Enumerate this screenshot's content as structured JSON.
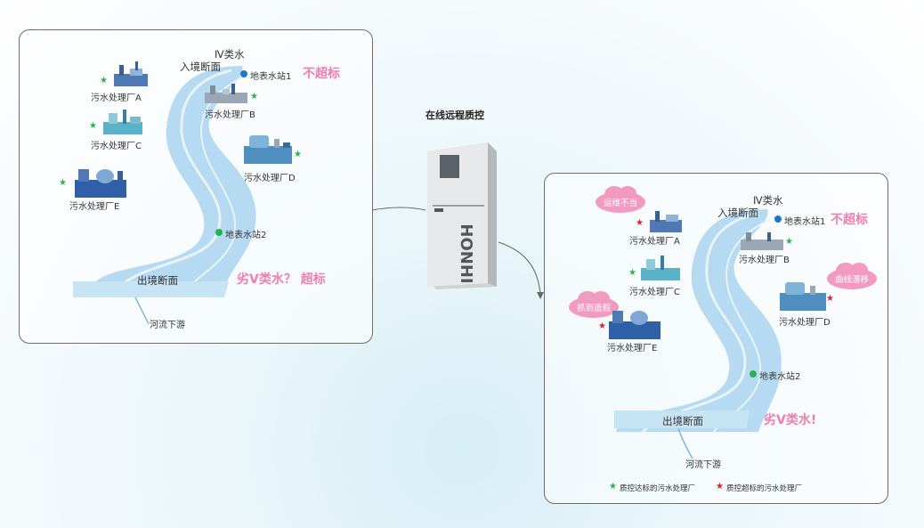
{
  "colors": {
    "green_star": "#2bb14c",
    "red_star": "#d9232d",
    "alert_pink": "#ef7fae",
    "river": "#a9d4ef",
    "station_blue": "#1f77c9",
    "station_green": "#2bb14c"
  },
  "device": {
    "title": "在线远程质控",
    "brand": "HONHI"
  },
  "left": {
    "water_class_in": "Ⅳ类水",
    "entry_section": "入境断面",
    "exit_section": "出境断面",
    "downstream": "河流下游",
    "station1": "地表水站1",
    "station2": "地表水站2",
    "status_top": "不超标",
    "status_bottom": "劣Ⅴ类水？ 超标",
    "plants": {
      "a": "污水处理厂A",
      "b": "污水处理厂B",
      "c": "污水处理厂C",
      "d": "污水处理厂D",
      "e": "污水处理厂E"
    }
  },
  "right": {
    "water_class_in": "Ⅳ类水",
    "entry_section": "入境断面",
    "exit_section": "出境断面",
    "downstream": "河流下游",
    "station1": "地表水站1",
    "station2": "地表水站2",
    "status_top": "不超标",
    "status_bottom": "劣Ⅴ类水!",
    "plants": {
      "a": "污水处理厂A",
      "b": "污水处理厂B",
      "c": "污水处理厂C",
      "d": "污水处理厂D",
      "e": "污水处理厂E"
    },
    "clouds": {
      "a": "运维不当",
      "d": "曲线漂移",
      "e": "抓到造假"
    },
    "legend": {
      "ok": "质控达标的污水处理厂",
      "bad": "质控超标的污水处理厂"
    }
  }
}
